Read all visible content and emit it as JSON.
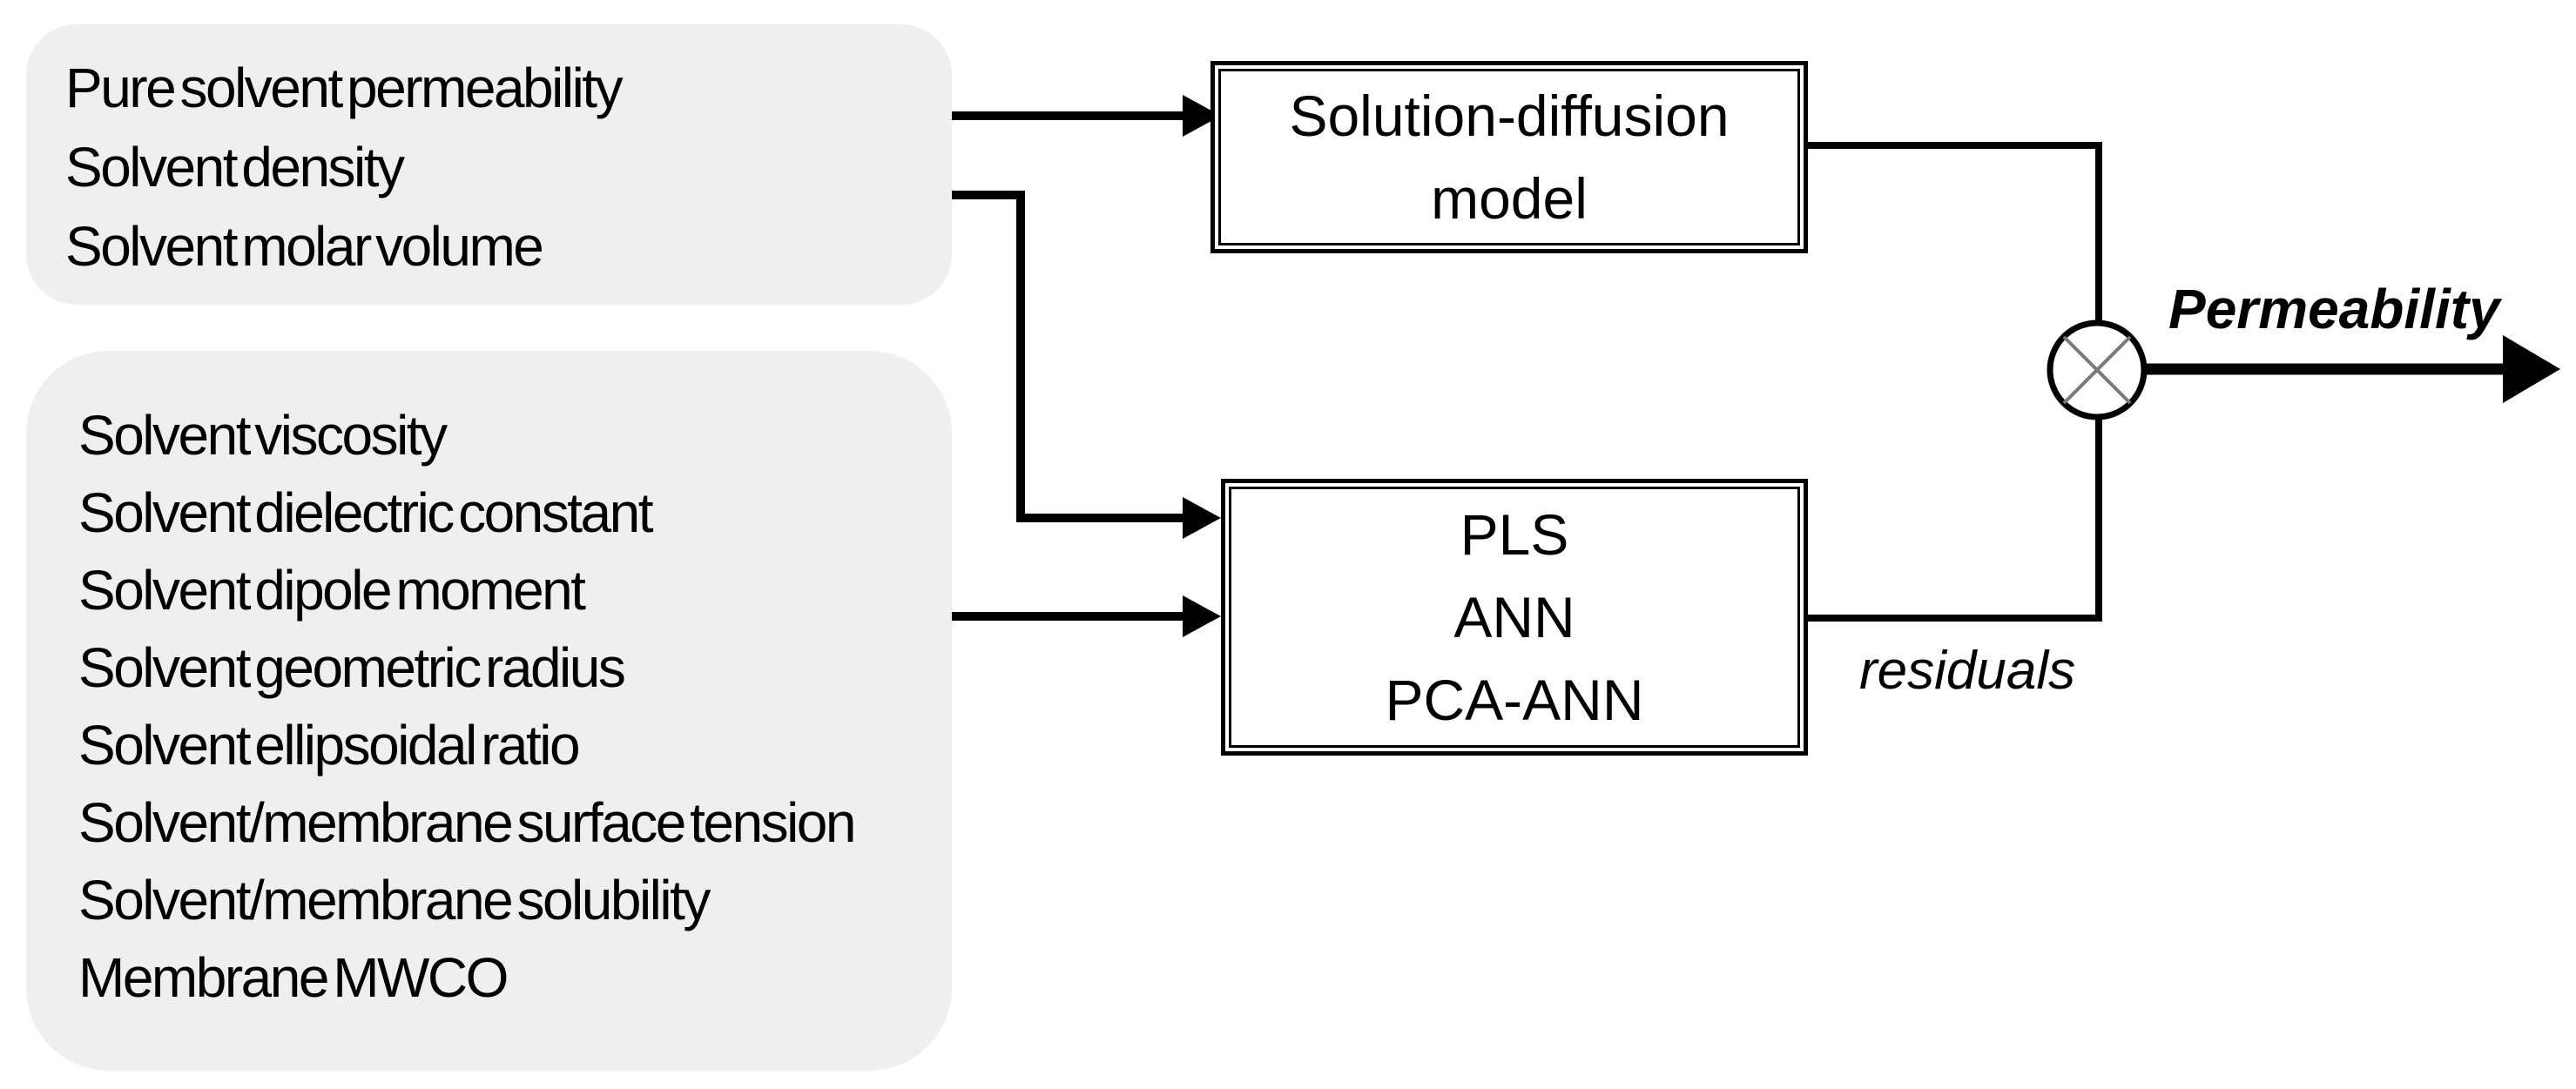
{
  "page": {
    "background_color": "#ffffff",
    "ink_color": "#000000",
    "panel_fill_color": "#efefef",
    "junction_cross_color": "#7a7a7a"
  },
  "panels": [
    {
      "id": "solution-diffusion-inputs",
      "items": [
        "Pure solvent permeability",
        "Solvent density",
        "Solvent molar volume"
      ]
    },
    {
      "id": "data-driven-inputs",
      "items": [
        "Solvent viscosity",
        "Solvent dielectric constant",
        "Solvent dipole moment",
        "Solvent geometric radius",
        "Solvent ellipsoidal ratio",
        "Solvent/membrane surface tension",
        "Solvent/membrane solubility",
        "Membrane MWCO"
      ]
    }
  ],
  "models": [
    {
      "id": "solution-diffusion-model",
      "lines": [
        "Solution-diffusion",
        "model"
      ]
    },
    {
      "id": "data-driven-models",
      "lines": [
        "PLS",
        "ANN",
        "PCA-ANN"
      ]
    }
  ],
  "junction": {
    "type": "multiplication",
    "symbol": "circle-with-x"
  },
  "outputs": {
    "permeability_label": "Permeability",
    "residuals_label": "residuals"
  }
}
